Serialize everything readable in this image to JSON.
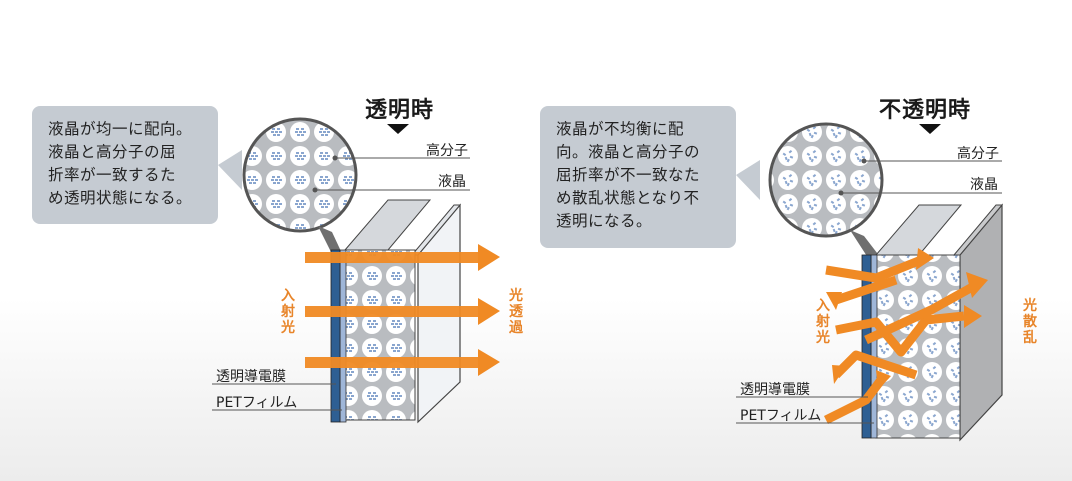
{
  "transparent": {
    "heading": "透明時",
    "callout_lines": [
      "液晶が均一に配向。",
      "液晶と高分子の屈",
      "折率が一致するた",
      "め透明状態になる。"
    ],
    "label_polymer": "高分子",
    "label_lc": "液晶",
    "label_incident": "入射光",
    "label_transmit": "光透過",
    "label_conductive": "透明導電膜",
    "label_pet": "PETフィルム"
  },
  "opaque": {
    "heading": "不透明時",
    "callout_lines": [
      "液晶が不均衡に配",
      "向。液晶と高分子の",
      "屈折率が不一致なた",
      "め散乱状態となり不",
      "透明になる。"
    ],
    "label_polymer": "高分子",
    "label_lc": "液晶",
    "label_incident": "入射光",
    "label_scatter": "光散乱",
    "label_conductive": "透明導電膜",
    "label_pet": "PETフィルム"
  },
  "colors": {
    "arrow_orange": "#f08a24",
    "film_blue": "#2e5f93",
    "callout_bg": "#c5cbd2",
    "droplet_blue": "#86a6d0"
  }
}
